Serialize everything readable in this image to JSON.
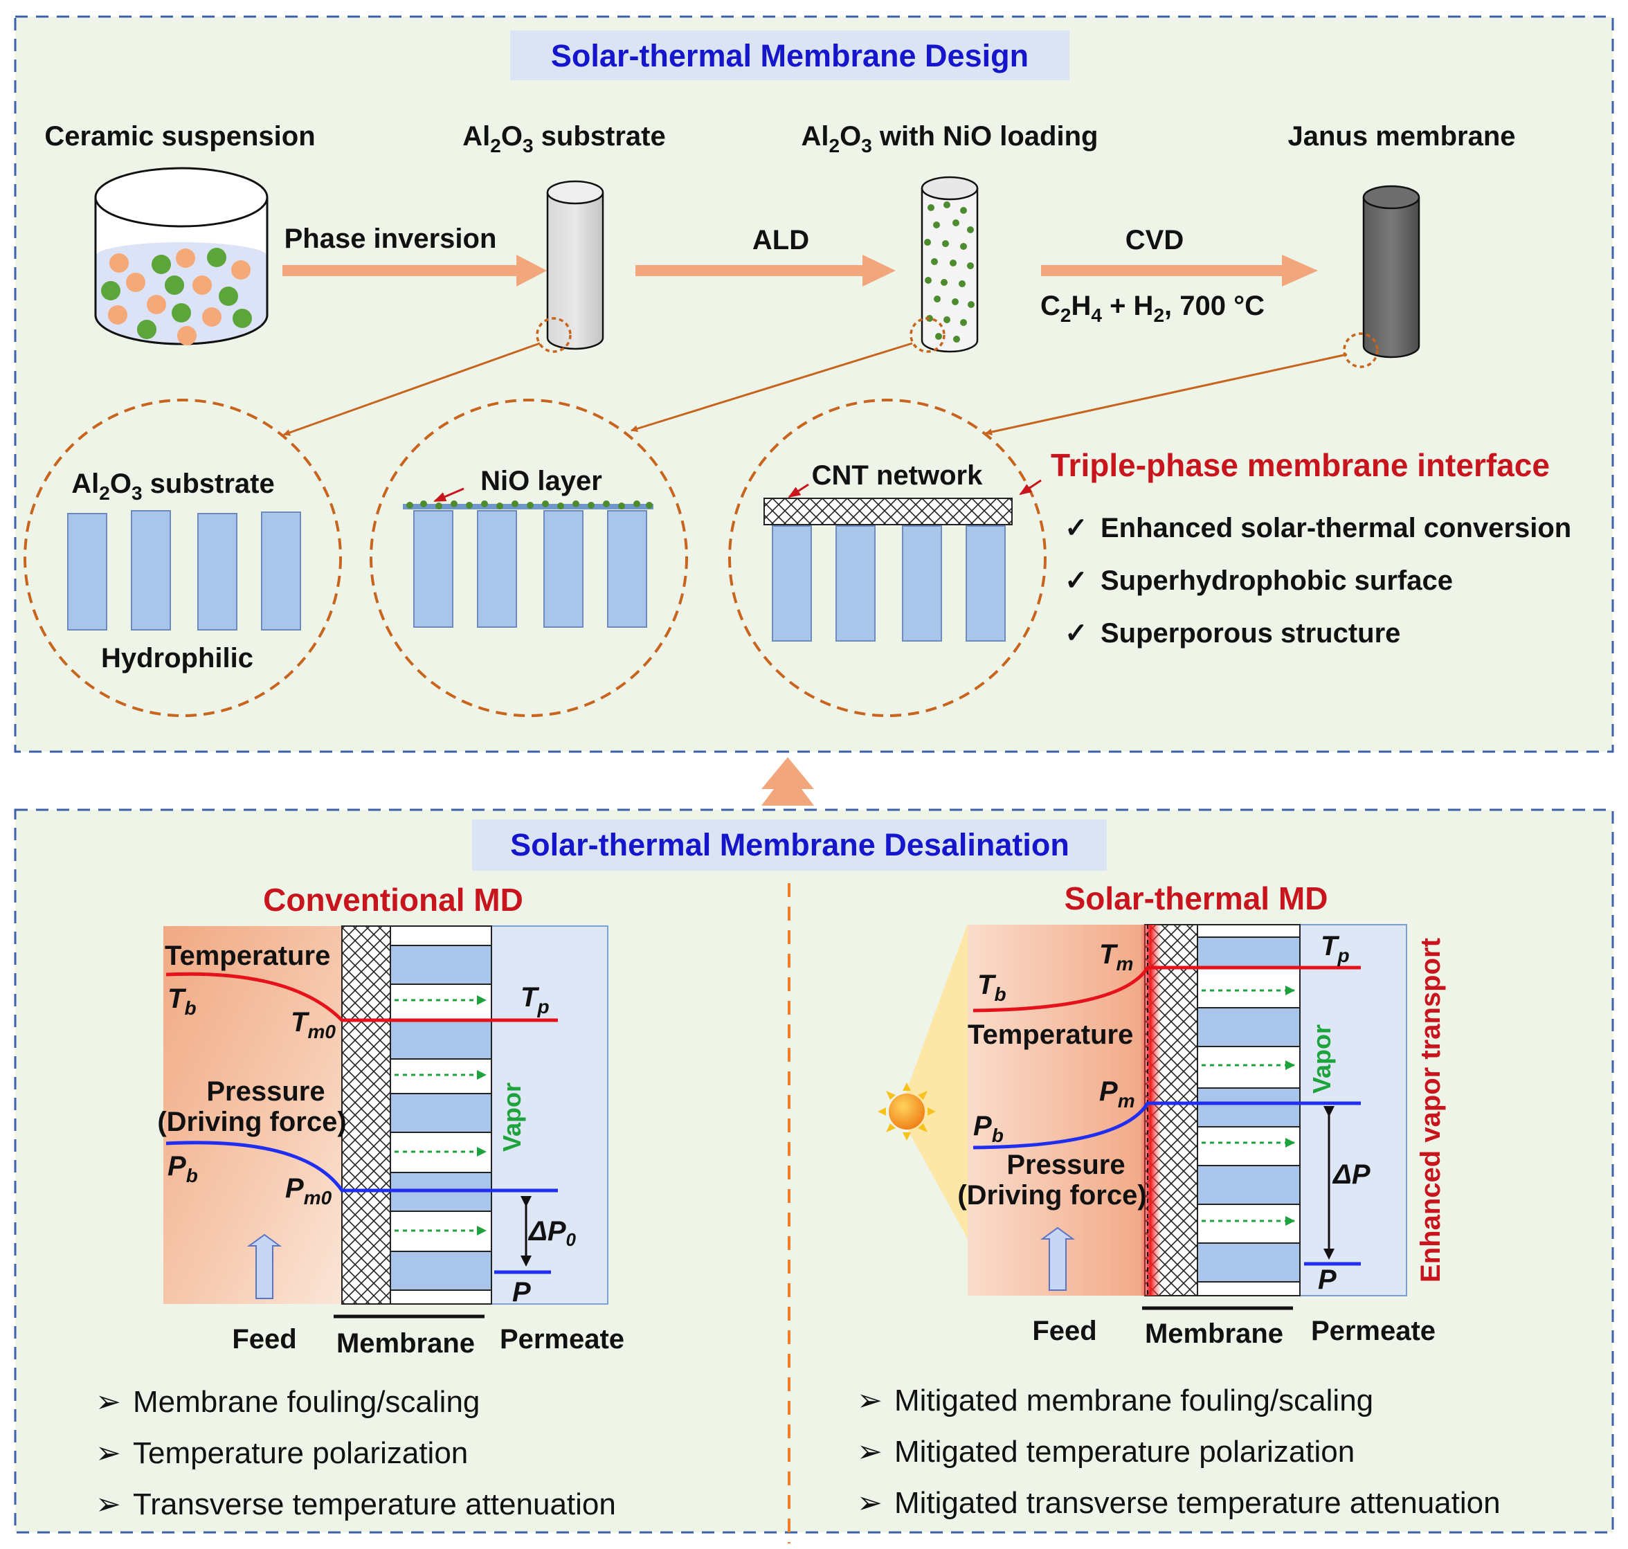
{
  "top_panel": {
    "title": "Solar-thermal Membrane Design",
    "stages": {
      "ceramic": "Ceramic suspension",
      "substrate": {
        "pre": "Al",
        "sub1": "2",
        "mid": "O",
        "sub2": "3",
        "post": " substrate"
      },
      "nio": {
        "pre": "Al",
        "sub1": "2",
        "mid": "O",
        "sub2": "3",
        "post": " with NiO loading"
      },
      "janus": "Janus membrane"
    },
    "steps": {
      "phase_inversion": "Phase inversion",
      "ald": "ALD",
      "cvd": "CVD",
      "cvd_conditions": {
        "c": "C",
        "c_sub": "2",
        "h": "H",
        "h_sub": "4",
        "plus": " + H",
        "h2_sub": "2",
        "rest": ", 700 °C"
      }
    },
    "zooms": {
      "substrate_label": {
        "pre": "Al",
        "sub1": "2",
        "mid": "O",
        "sub2": "3",
        "post": " substrate"
      },
      "hydrophilic": "Hydrophilic",
      "nio_layer": "NiO layer",
      "cnt_network": "CNT network"
    },
    "interface": {
      "title": "Triple-phase membrane interface",
      "check": "✓",
      "features": [
        "Enhanced solar-thermal conversion",
        "Superhydrophobic surface",
        "Superporous structure"
      ]
    }
  },
  "bottom_panel": {
    "title": "Solar-thermal Membrane Desalination",
    "conventional": {
      "title": "Conventional MD",
      "temperature": "Temperature",
      "tb": {
        "main": "T",
        "sub": "b"
      },
      "tm0": {
        "main": "T",
        "sub": "m0"
      },
      "tp": {
        "main": "T",
        "sub": "p"
      },
      "pressure": "Pressure",
      "driving_force": "(Driving force)",
      "pb": {
        "main": "P",
        "sub": "b"
      },
      "pm0": {
        "main": "P",
        "sub": "m0"
      },
      "dp0": {
        "main": "ΔP",
        "sub": "0"
      },
      "p": "P",
      "vapor": "Vapor",
      "feed": "Feed",
      "membrane": "Membrane",
      "permeate": "Permeate",
      "bullets": [
        "Membrane fouling/scaling",
        "Temperature polarization",
        "Transverse temperature attenuation"
      ]
    },
    "solar": {
      "title": "Solar-thermal MD",
      "tm": {
        "main": "T",
        "sub": "m"
      },
      "tb": {
        "main": "T",
        "sub": "b"
      },
      "tp": {
        "main": "T",
        "sub": "p"
      },
      "temperature": "Temperature",
      "pm": {
        "main": "P",
        "sub": "m"
      },
      "pb": {
        "main": "P",
        "sub": "b"
      },
      "pressure": "Pressure",
      "driving_force": "(Driving force)",
      "dp": "ΔP",
      "p": "P",
      "vapor": "Vapor",
      "enhanced": "Enhanced vapor transport",
      "feed": "Feed",
      "membrane": "Membrane",
      "permeate": "Permeate",
      "bullets": [
        "Mitigated membrane fouling/scaling",
        "Mitigated temperature polarization",
        "Mitigated transverse temperature attenuation"
      ]
    },
    "bullet_marker": "➢"
  },
  "colors": {
    "panel_bg": "#eef5e8",
    "dash_blue": "#3d5fa8",
    "title_box": "#dbe4f3",
    "orange_arrow": "#f2a67c",
    "zoom_circle": "#c7641e",
    "pillar": "#a9c5ea",
    "temp_line": "#e5121c",
    "pressure_line": "#1f2ef0"
  }
}
